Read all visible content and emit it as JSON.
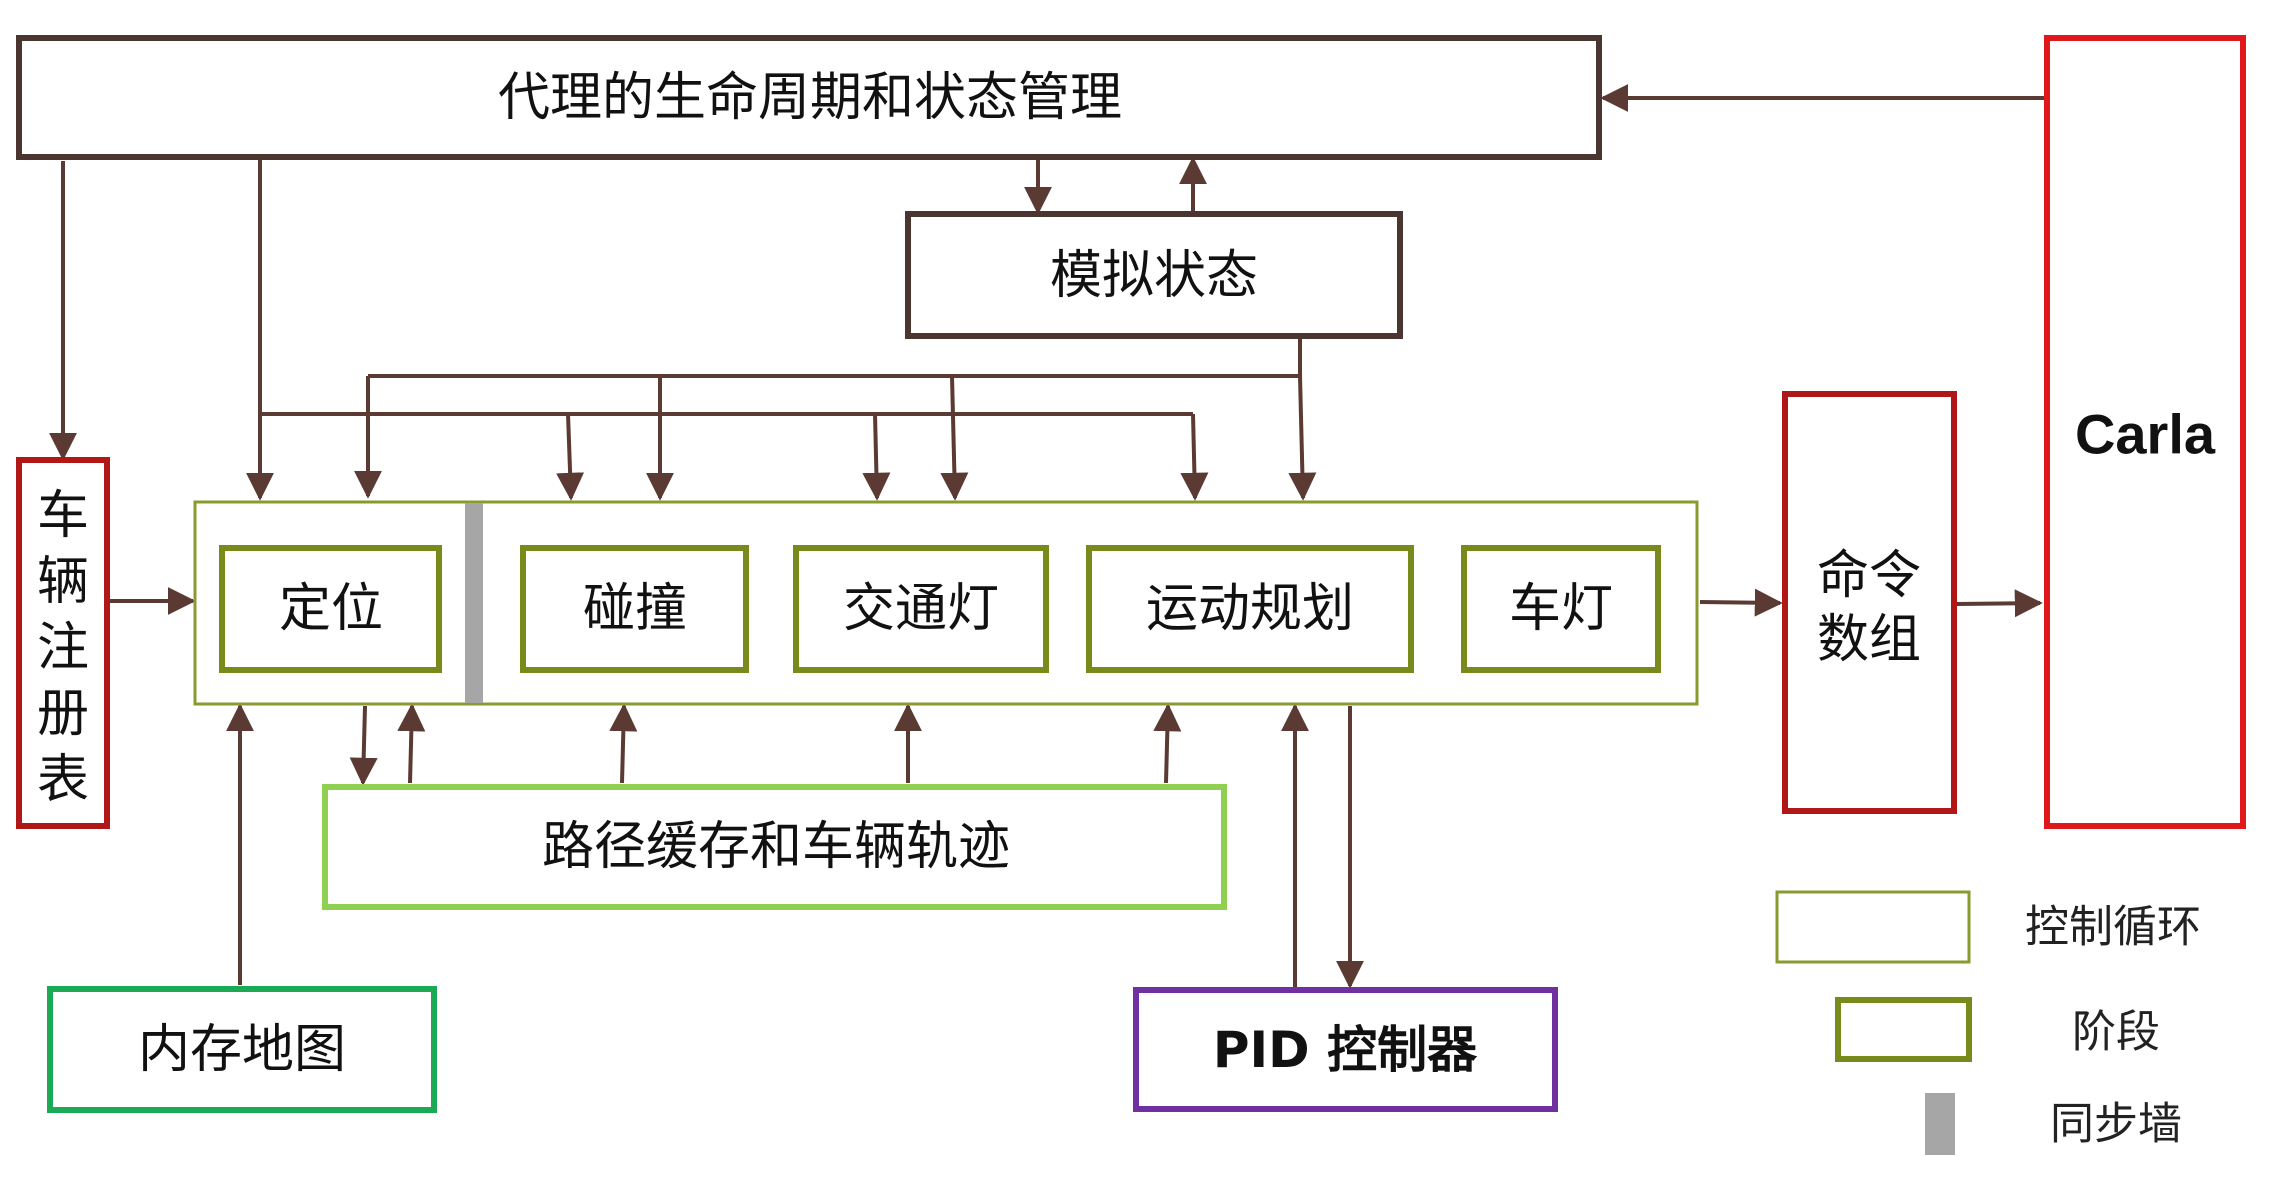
{
  "diagram": {
    "lifecycle": "代理的生命周期和状态管理",
    "sim_state": "模拟状态",
    "registry": [
      "车",
      "辆",
      "注",
      "册",
      "表"
    ],
    "stages": {
      "localization": "定位",
      "collision": "碰撞",
      "traffic_light": "交通灯",
      "motion_planning": "运动规划",
      "vehicle_lights": "车灯"
    },
    "path_buffer": "路径缓存和车辆轨迹",
    "memory_map": "内存地图",
    "pid_controller": "PID 控制器",
    "command_array": [
      "命令",
      "数组"
    ],
    "carla": "Carla"
  },
  "legend": {
    "control_loop": "控制循环",
    "stage": "阶段",
    "sync_wall": "同步墙"
  },
  "colors": {
    "arrow": "#5a3a32",
    "dark_box": "#4a3530",
    "red_box": "#b01818",
    "carla_box": "#e0181b",
    "control_loop": "#8a9a30",
    "stage_box": "#7a8a1a",
    "path_buffer_box": "#90d050",
    "memory_map_box": "#1aaa55",
    "pid_box": "#7030a0",
    "sync_wall": "#a6a6a6"
  }
}
